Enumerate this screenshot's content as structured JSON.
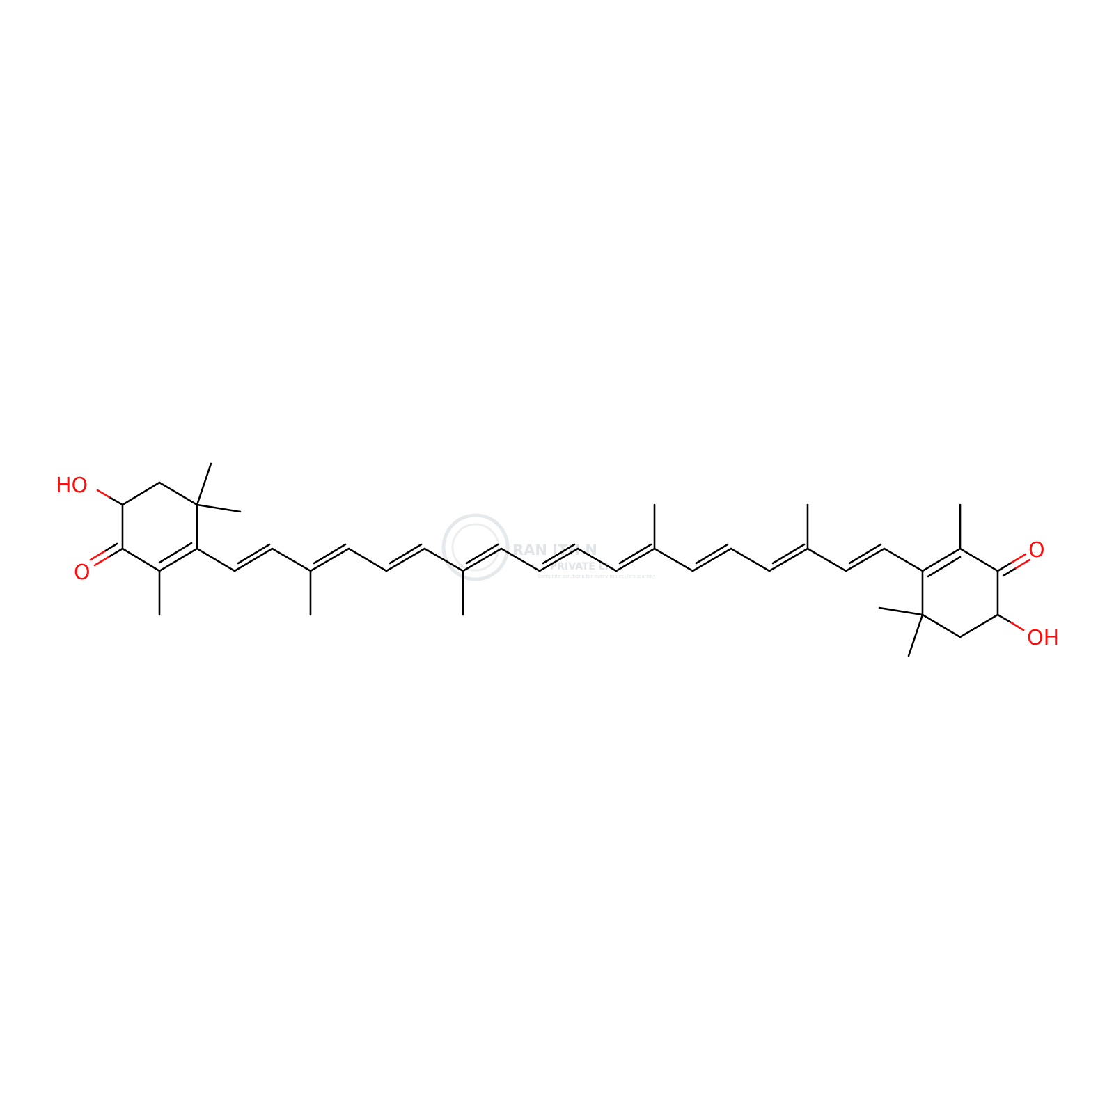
{
  "molecule": {
    "atom_labels": {
      "hydroxyl_left": "HO",
      "carbonyl_left": "O",
      "carbonyl_right": "O",
      "hydroxyl_right": "OH"
    },
    "colors": {
      "bond": "#000000",
      "heteroatom_oxygen": "#ff0d0d",
      "background": "#ffffff",
      "watermark": "#c9cfd4"
    }
  },
  "watermark": {
    "line1": "RAN    ITH N    ",
    "line2": "PRIVATE LI  ",
    "tagline": "Complete solutions for every molecule's journey"
  }
}
